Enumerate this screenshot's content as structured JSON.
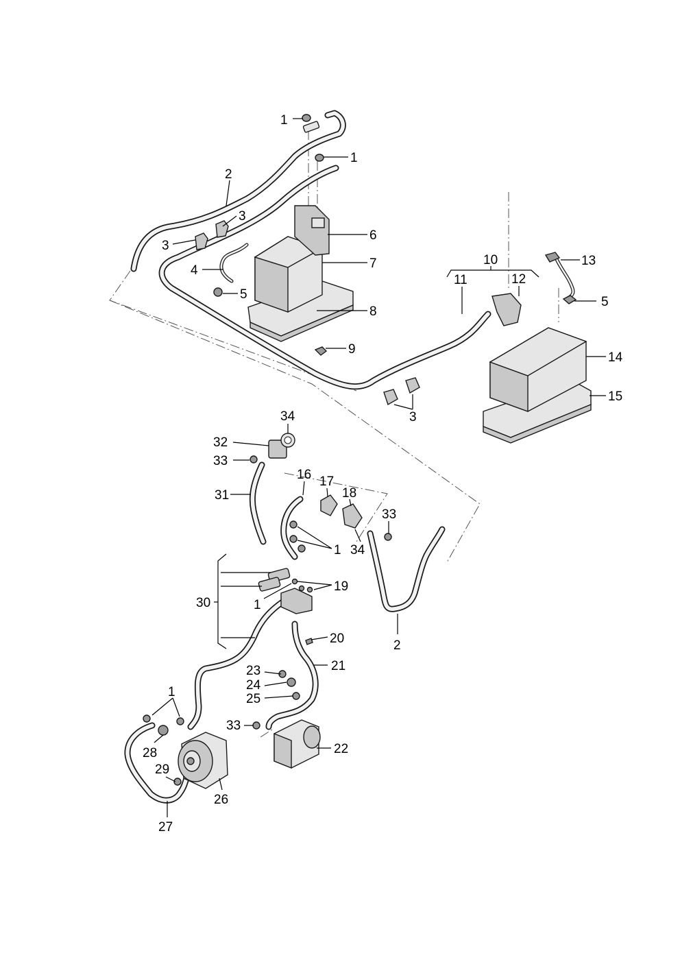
{
  "callouts": [
    {
      "id": "c1a",
      "text": "1"
    },
    {
      "id": "c1b",
      "text": "1"
    },
    {
      "id": "c2a",
      "text": "2"
    },
    {
      "id": "c3a",
      "text": "3"
    },
    {
      "id": "c3b",
      "text": "3"
    },
    {
      "id": "c6",
      "text": "6"
    },
    {
      "id": "c4",
      "text": "4"
    },
    {
      "id": "c7",
      "text": "7"
    },
    {
      "id": "c5a",
      "text": "5"
    },
    {
      "id": "c8",
      "text": "8"
    },
    {
      "id": "c9",
      "text": "9"
    },
    {
      "id": "c10",
      "text": "10"
    },
    {
      "id": "c11",
      "text": "11"
    },
    {
      "id": "c12",
      "text": "12"
    },
    {
      "id": "c13",
      "text": "13"
    },
    {
      "id": "c5b",
      "text": "5"
    },
    {
      "id": "c14",
      "text": "14"
    },
    {
      "id": "c15",
      "text": "15"
    },
    {
      "id": "c3c",
      "text": "3"
    },
    {
      "id": "c34a",
      "text": "34"
    },
    {
      "id": "c32",
      "text": "32"
    },
    {
      "id": "c33a",
      "text": "33"
    },
    {
      "id": "c16",
      "text": "16"
    },
    {
      "id": "c17",
      "text": "17"
    },
    {
      "id": "c18",
      "text": "18"
    },
    {
      "id": "c31",
      "text": "31"
    },
    {
      "id": "c33b",
      "text": "33"
    },
    {
      "id": "c1c",
      "text": "1"
    },
    {
      "id": "c34b",
      "text": "34"
    },
    {
      "id": "c19",
      "text": "19"
    },
    {
      "id": "c1d",
      "text": "1"
    },
    {
      "id": "c30",
      "text": "30"
    },
    {
      "id": "c2b",
      "text": "2"
    },
    {
      "id": "c20",
      "text": "20"
    },
    {
      "id": "c21",
      "text": "21"
    },
    {
      "id": "c23",
      "text": "23"
    },
    {
      "id": "c24",
      "text": "24"
    },
    {
      "id": "c25",
      "text": "25"
    },
    {
      "id": "c1e",
      "text": "1"
    },
    {
      "id": "c33c",
      "text": "33"
    },
    {
      "id": "c22",
      "text": "22"
    },
    {
      "id": "c28",
      "text": "28"
    },
    {
      "id": "c29",
      "text": "29"
    },
    {
      "id": "c26",
      "text": "26"
    },
    {
      "id": "c27",
      "text": "27"
    }
  ]
}
